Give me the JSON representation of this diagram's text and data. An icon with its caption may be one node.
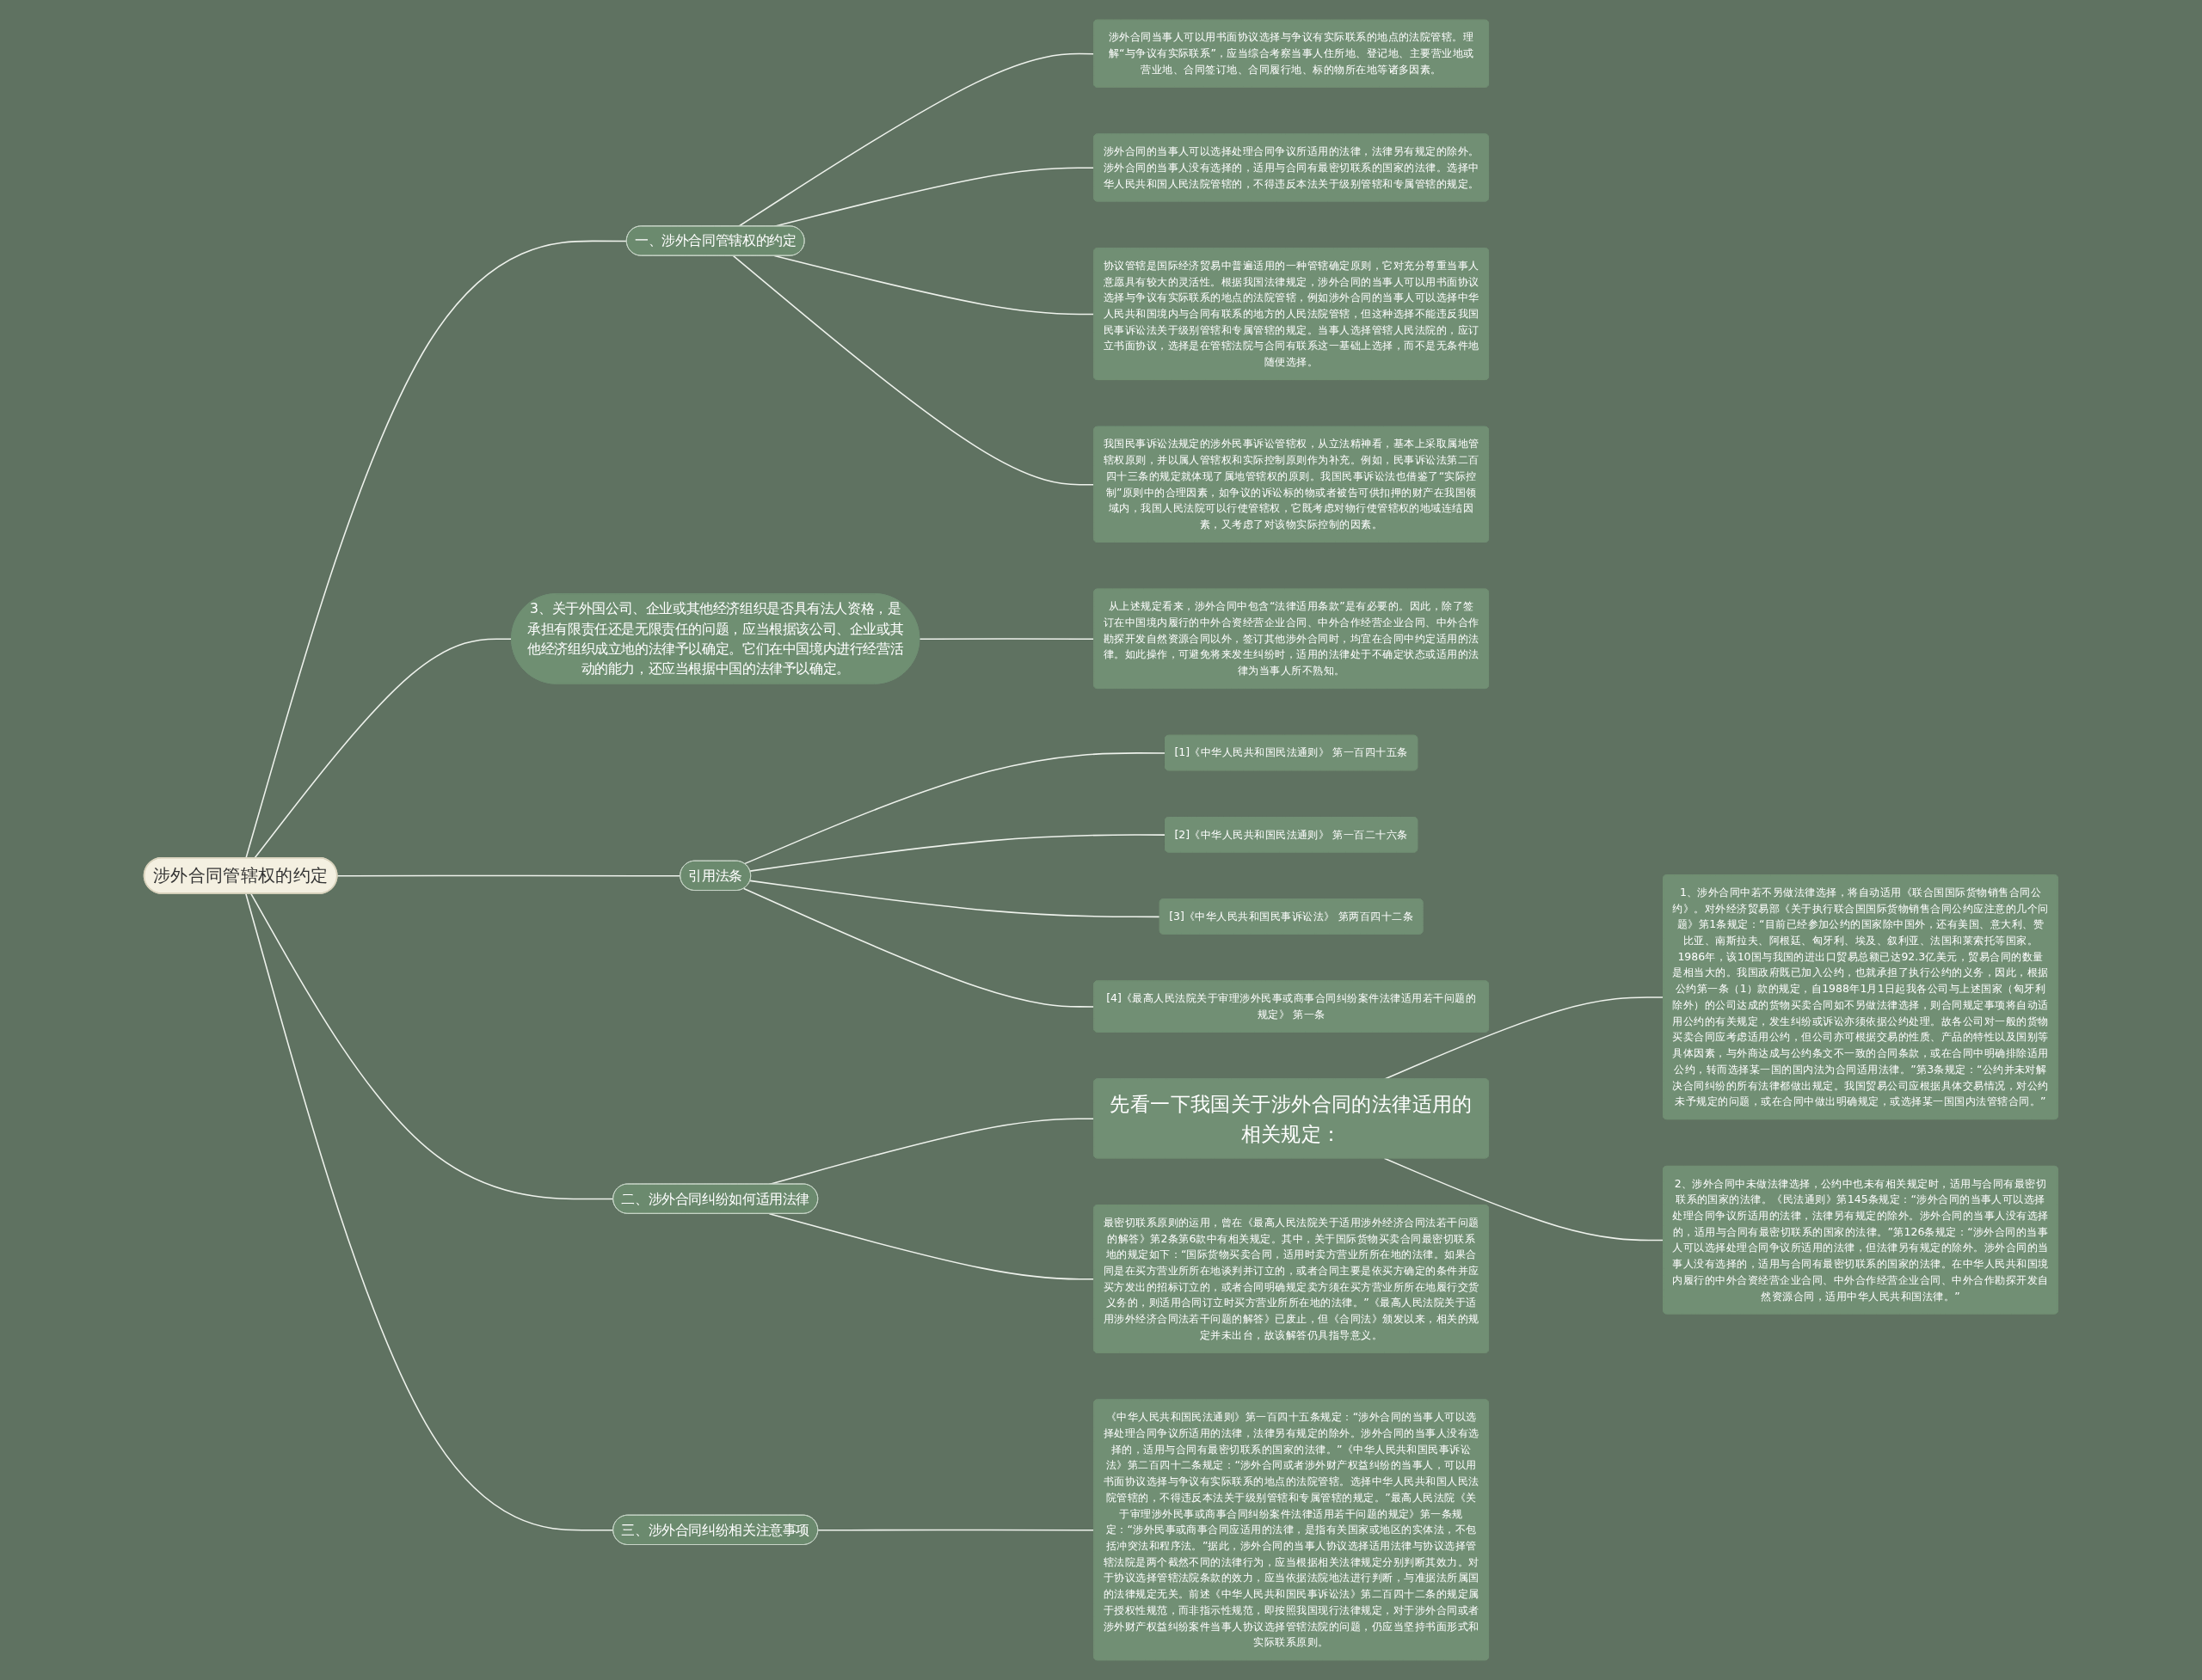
{
  "diagram": {
    "nodes": [
      {
        "text": [
          "涉外合同管辖权的约定"
        ]
      },
      {
        "text": [
          "一、涉外合同管辖权的约定"
        ]
      },
      {
        "text": [
          "涉外合同当事人可以用书面协议选择与争议有实际联系的地点的法院管辖。理解“与争议有实际联系”，应当综合考察当事人住所地、登记地、主要营业地或营业地、合同签订地、合同履行地、标的物所在地等诸多因素。"
        ]
      },
      {
        "text": [
          "涉外合同的当事人可以选择处理合同争议所适用的法律，法律另有规定的除外。涉外合同的当事人没有选择的，适用与合同有最密切联系的国家的法律。选择中华人民共和国人民法院管辖的，不得违反本法关于级别管辖和专属管辖的规定。"
        ]
      },
      {
        "text": [
          "协议管辖是国际经济贸易中普遍适用的一种管辖确定原则，它对充分尊重当事人意愿具有较大的灵活性。根据我国法律规定，涉外合同的当事人可以用书面协议选择与争议有实际联系的地点的法院管辖，例如涉外合同的当事人可以选择中华人民共和国境内与合同有联系的地方的人民法院管辖，但这种选择不能违反我国民事诉讼法关于级别管辖和专属管辖的规定。当事人选择管辖人民法院的，应订立书面协议，选择是在管辖法院与合同有联系这一基础上选择，而不是无条件地随便选择。"
        ]
      },
      {
        "text": [
          "我国民事诉讼法规定的涉外民事诉讼管辖权，从立法精神看，基本上采取属地管辖权原则，并以属人管辖权和实际控制原则作为补充。例如，民事诉讼法第二百四十三条的规定就体现了属地管辖权的原则。我国民事诉讼法也借鉴了“实际控制”原则中的合理因素，如争议的诉讼标的物或者被告可供扣押的财产在我国领域内，我国人民法院可以行使管辖权，它既考虑对物行使管辖权的地域连结因素，又考虑了对该物实际控制的因素。"
        ]
      },
      {
        "text": [
          "3、关于外国公司、企业或其他经济组织是否具有法人资格，是承担有限责任还是无限责任的问题，应当根据该公司、企业或其他经济组织成立地的法律予以确定。它们在中国境内进行经营活动的能力，还应当根据中国的法律予以确定。"
        ]
      },
      {
        "text": [
          "从上述规定看来，涉外合同中包含“法律适用条款”是有必要的。因此，除了签订在中国境内履行的中外合资经营企业合同、中外合作经营企业合同、中外合作勘探开发自然资源合同以外，签订其他涉外合同时，均宜在合同中约定适用的法律。如此操作，可避免将来发生纠纷时，适用的法律处于不确定状态或适用的法律为当事人所不熟知。"
        ]
      },
      {
        "text": [
          "引用法条"
        ]
      },
      {
        "text": [
          "[1]《中华人民共和国民法通则》 第一百四十五条"
        ]
      },
      {
        "text": [
          "[2]《中华人民共和国民法通则》 第一百二十六条"
        ]
      },
      {
        "text": [
          "[3]《中华人民共和国民事诉讼法》 第两百四十二条"
        ]
      },
      {
        "text": [
          "[4]《最高人民法院关于审理涉外民事或商事合同纠纷案件法律适用若干问题的规定》 第一条"
        ]
      },
      {
        "text": [
          "二、涉外合同纠纷如何适用法律"
        ]
      },
      {
        "text": [
          "先看一下我国关于涉外合同的法律适用的相关规定："
        ]
      },
      {
        "text": [
          "1、涉外合同中若不另做法律选择，将自动适用《联合国国际货物销售合同公约》。对外经济贸易部《关于执行联合国国际货物销售合同公约应注意的几个问题》第1条规定：“目前已经参加公约的国家除中国外，还有美国、意大利、赞比亚、南斯拉夫、阿根廷、匈牙利、埃及、叙利亚、法国和莱索托等国家。1986年，该10国与我国的进出口贸易总额已达92.3亿美元，贸易合同的数量是相当大的。我国政府既已加入公约，也就承担了执行公约的义务，因此，根据公约第一条（1）款的规定，自1988年1月1日起我各公司与上述国家（匈牙利除外）的公司达成的货物买卖合同如不另做法律选择，则合同规定事项将自动适用公约的有关规定，发生纠纷或诉讼亦须依据公约处理。故各公司对一般的货物买卖合同应考虑适用公约，但公司亦可根据交易的性质、产品的特性以及国别等具体因素，与外商达成与公约条文不一致的合同条款，或在合同中明确排除适用公约，转而选择某一国的国内法为合同适用法律。”第3条规定：“公约并未对解决合同纠纷的所有法律都做出规定。我国贸易公司应根据具体交易情况，对公约未予规定的问题，或在合同中做出明确规定，或选择某一国国内法管辖合同。”"
        ]
      },
      {
        "text": [
          "2、涉外合同中未做法律选择，公约中也未有相关规定时，适用与合同有最密切联系的国家的法律。《民法通则》第145条规定：“涉外合同的当事人可以选择处理合同争议所适用的法律，法律另有规定的除外。涉外合同的当事人没有选择的，适用与合同有最密切联系的国家的法律。”第126条规定：“涉外合同的当事人可以选择处理合同争议所适用的法律，但法律另有规定的除外。涉外合同的当事人没有选择的，适用与合同有最密切联系的国家的法律。在中华人民共和国境内履行的中外合资经营企业合同、中外合作经营企业合同、中外合作勘探开发自然资源合同，适用中华人民共和国法律。”"
        ]
      },
      {
        "text": [
          "最密切联系原则的运用，曾在《最高人民法院关于适用涉外经济合同法若干问题的解答》第2条第6款中有相关规定。其中，关于国际货物买卖合同最密切联系地的规定如下：“国际货物买卖合同，适用时卖方营业所所在地的法律。如果合同是在买方营业所所在地谈判并订立的，或者合同主要是依买方确定的条件并应买方发出的招标订立的，或者合同明确规定卖方须在买方营业所所在地履行交货义务的，则适用合同订立时买方营业所所在地的法律。”《最高人民法院关于适用涉外经济合同法若干问题的解答》已废止，但《合同法》颁发以来，相关的规定并未出台，故该解答仍具指导意义。"
        ]
      },
      {
        "text": [
          "三、涉外合同纠纷相关注意事项"
        ]
      },
      {
        "text": [
          "《中华人民共和国民法通则》第一百四十五条规定：“涉外合同的当事人可以选择处理合同争议所适用的法律，法律另有规定的除外。涉外合同的当事人没有选择的，适用与合同有最密切联系的国家的法律。”《中华人民共和国民事诉讼法》第二百四十二条规定：“涉外合同或者涉外财产权益纠纷的当事人，可以用书面协议选择与争议有实际联系的地点的法院管辖。选择中华人民共和国人民法院管辖的，不得违反本法关于级别管辖和专属管辖的规定。”最高人民法院《关于审理涉外民事或商事合同纠纷案件法律适用若干问题的规定》第一条规定：“涉外民事或商事合同应适用的法律，是指有关国家或地区的实体法，不包括冲突法和程序法。”据此，涉外合同的当事人协议选择适用法律与协议选择管辖法院是两个截然不同的法律行为，应当根据相关法律规定分别判断其效力。对于协议选择管辖法院条款的效力，应当依据法院地法进行判断，与准据法所属国的法律规定无关。前述《中华人民共和国民事诉讼法》第二百四十二条的规定属于授权性规范，而非指示性规范，即按照我国现行法律规定，对于涉外合同或者涉外财产权益纠纷案件当事人协议选择管辖法院的问题，仍应当坚持书面形式和实际联系原则。"
        ]
      }
    ],
    "edges": [
      {
        "from": 0,
        "to": 1,
        "arrow": "none"
      },
      {
        "from": 1,
        "to": 2,
        "arrow": "none"
      },
      {
        "from": 1,
        "to": 3,
        "arrow": "none"
      },
      {
        "from": 1,
        "to": 4,
        "arrow": "none"
      },
      {
        "from": 1,
        "to": 5,
        "arrow": "none"
      },
      {
        "from": 0,
        "to": 6,
        "arrow": "none"
      },
      {
        "from": 6,
        "to": 7,
        "arrow": "none"
      },
      {
        "from": 0,
        "to": 8,
        "arrow": "none"
      },
      {
        "from": 8,
        "to": 9,
        "arrow": "none"
      },
      {
        "from": 8,
        "to": 10,
        "arrow": "none"
      },
      {
        "from": 8,
        "to": 11,
        "arrow": "none"
      },
      {
        "from": 8,
        "to": 12,
        "arrow": "none"
      },
      {
        "from": 0,
        "to": 13,
        "arrow": "none"
      },
      {
        "from": 13,
        "to": 14,
        "arrow": "none"
      },
      {
        "from": 14,
        "to": 15,
        "arrow": "none"
      },
      {
        "from": 14,
        "to": 16,
        "arrow": "none"
      },
      {
        "from": 13,
        "to": 17,
        "arrow": "none"
      },
      {
        "from": 0,
        "to": 18,
        "arrow": "none"
      },
      {
        "from": 18,
        "to": 19,
        "arrow": "none"
      }
    ]
  }
}
